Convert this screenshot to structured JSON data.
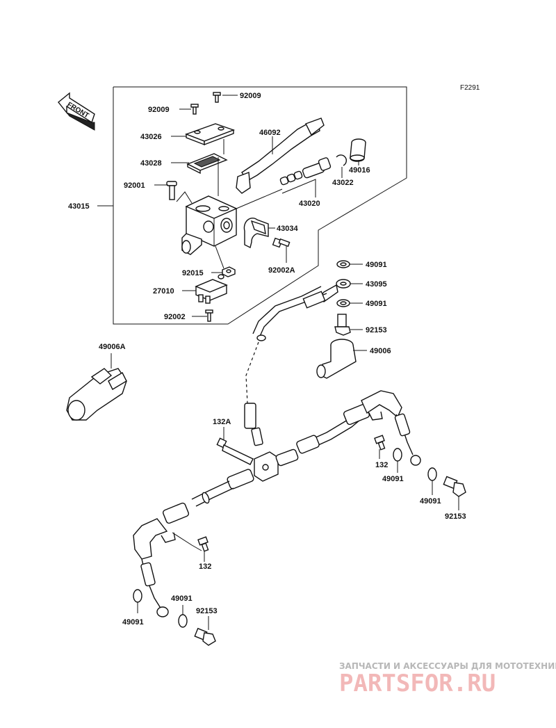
{
  "diagram": {
    "code": "F2291",
    "front_label": "FRONT",
    "part_labels": [
      {
        "id": "92009a",
        "text": "92009"
      },
      {
        "id": "92009b",
        "text": "92009"
      },
      {
        "id": "43026",
        "text": "43026"
      },
      {
        "id": "46092",
        "text": "46092"
      },
      {
        "id": "43028",
        "text": "43028"
      },
      {
        "id": "49016",
        "text": "49016"
      },
      {
        "id": "43022",
        "text": "43022"
      },
      {
        "id": "92001",
        "text": "92001"
      },
      {
        "id": "43020",
        "text": "43020"
      },
      {
        "id": "43015",
        "text": "43015"
      },
      {
        "id": "43034",
        "text": "43034"
      },
      {
        "id": "92002A",
        "text": "92002A"
      },
      {
        "id": "92015",
        "text": "92015"
      },
      {
        "id": "27010",
        "text": "27010"
      },
      {
        "id": "92002",
        "text": "92002"
      },
      {
        "id": "49091a",
        "text": "49091"
      },
      {
        "id": "43095",
        "text": "43095"
      },
      {
        "id": "49091b",
        "text": "49091"
      },
      {
        "id": "92153a",
        "text": "92153"
      },
      {
        "id": "49006",
        "text": "49006"
      },
      {
        "id": "49006A",
        "text": "49006A"
      },
      {
        "id": "132A",
        "text": "132A"
      },
      {
        "id": "132a",
        "text": "132"
      },
      {
        "id": "49091c",
        "text": "49091"
      },
      {
        "id": "49091d",
        "text": "49091"
      },
      {
        "id": "92153b",
        "text": "92153"
      },
      {
        "id": "132b",
        "text": "132"
      },
      {
        "id": "49091e",
        "text": "49091"
      },
      {
        "id": "49091f",
        "text": "49091"
      },
      {
        "id": "92153c",
        "text": "92153"
      }
    ]
  },
  "watermark": {
    "caption": "ЗАПЧАСТИ И АКСЕССУАРЫ ДЛЯ МОТОТЕХНИКИ",
    "logo": "PARTSFOR.RU"
  }
}
